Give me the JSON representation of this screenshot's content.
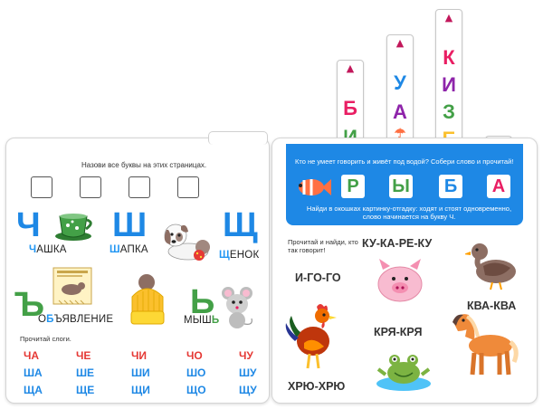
{
  "strips": {
    "first": {
      "letters": [
        "Б",
        "И"
      ],
      "colors": [
        "#e91e63",
        "#43a047"
      ]
    },
    "second": {
      "letters": [
        "У",
        "А",
        "☂"
      ],
      "colors": [
        "#1e88e5",
        "#8e24aa",
        "#ff7043"
      ]
    },
    "third": {
      "letters": [
        "К",
        "И",
        "З",
        "Е"
      ],
      "colors": [
        "#e91e63",
        "#8e24aa",
        "#43a047",
        "#fbc02d"
      ]
    }
  },
  "left_page": {
    "instruction": "Назови все буквы на этих страницах.",
    "letters": {
      "ch": {
        "letter": "Ч",
        "color": "#1e88e5",
        "word_first": "Ч",
        "word_rest": "АШКА"
      },
      "sh": {
        "letter": "Ш",
        "color": "#1e88e5",
        "word_first": "Ш",
        "word_rest": "АПКА"
      },
      "shch": {
        "letter": "Щ",
        "color": "#1e88e5",
        "word_first": "Щ",
        "word_rest": "ЕНОК"
      },
      "hard": {
        "letter": "Ъ",
        "color": "#43a047",
        "word_first": "О",
        "word_mid": "Б",
        "word_rest": "ЪЯВЛЕНИЕ"
      },
      "soft": {
        "letter": "Ь",
        "color": "#43a047",
        "word_first": "МЫШ",
        "word_rest": "Ь"
      }
    },
    "syllables_title": "Прочитай слоги.",
    "syllables": [
      {
        "items": [
          "ЧА",
          "ЧЕ",
          "ЧИ",
          "ЧО",
          "ЧУ"
        ],
        "color": "#e53935"
      },
      {
        "items": [
          "ША",
          "ШЕ",
          "ШИ",
          "ШО",
          "ШУ"
        ],
        "color": "#1e88e5"
      },
      {
        "items": [
          "ЩА",
          "ЩЕ",
          "ЩИ",
          "ЩО",
          "ЩУ"
        ],
        "color": "#1e88e5"
      }
    ]
  },
  "right_page": {
    "puzzle_question": "Кто не умеет говорить и живёт под водой? Собери слово и прочитай!",
    "word_letters": [
      "Р",
      "Ы",
      "Б",
      "А"
    ],
    "word_colors": [
      "#43a047",
      "#43a047",
      "#1e88e5",
      "#e91e63"
    ],
    "puzzle_hint": "Найди в окошках картинку-отгадку: ходят и стоят одновременно, слово начинается на букву Ч.",
    "task": "Прочитай и найди, кто так говорит!",
    "sounds": [
      "И-ГО-ГО",
      "КУ-КА-РЕ-КУ",
      "КВА-КВА",
      "КРЯ-КРЯ",
      "ХРЮ-ХРЮ"
    ]
  },
  "colors": {
    "blue": "#1e88e5",
    "green": "#43a047",
    "red": "#e53935",
    "pink": "#e91e63"
  }
}
